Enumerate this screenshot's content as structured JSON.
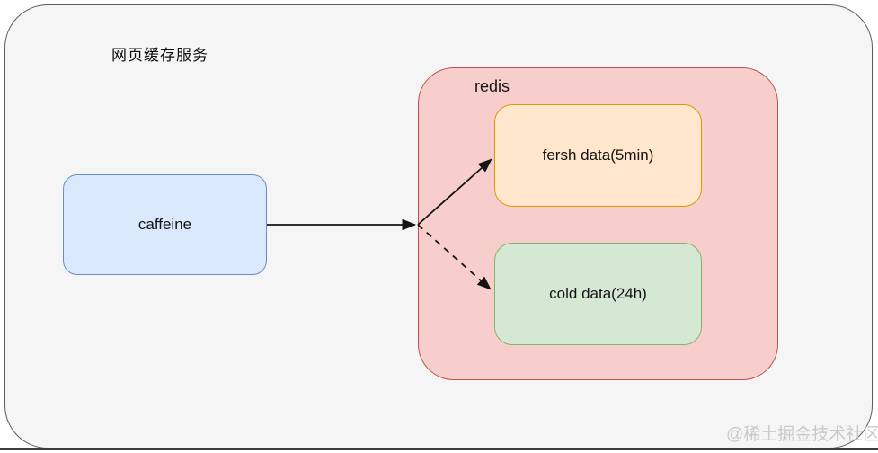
{
  "diagram": {
    "title": "网页缓存服务",
    "canvas": {
      "frame_fill": "#f5f5f5",
      "frame_border": "#5c5c5c",
      "edge_color": "#141414",
      "bottom_line_color": "#3d3d3d"
    },
    "nodes": {
      "caffeine": {
        "label": "caffeine",
        "fill": "#dae8fc",
        "border": "#6c8ebf"
      },
      "redis_group": {
        "label": "redis",
        "fill": "#f8cecc",
        "border": "#b85450"
      },
      "fresh_data": {
        "label": "fersh data(5min)",
        "fill": "#ffe6cc",
        "border": "#d79b00"
      },
      "cold_data": {
        "label": "cold data(24h)",
        "fill": "#d5e8d4",
        "border": "#82b366"
      }
    },
    "edges": [
      {
        "from": "caffeine",
        "to": "redis_group",
        "style": "solid",
        "arrow": "classic"
      },
      {
        "from": "redis_group_left_edge",
        "to": "fresh_data",
        "style": "solid",
        "arrow": "classic"
      },
      {
        "from": "redis_group_left_edge",
        "to": "cold_data",
        "style": "dashed",
        "arrow": "classic"
      }
    ]
  },
  "watermark": {
    "text": "@稀土掘金技术社区",
    "color": "#c9c9c9"
  }
}
